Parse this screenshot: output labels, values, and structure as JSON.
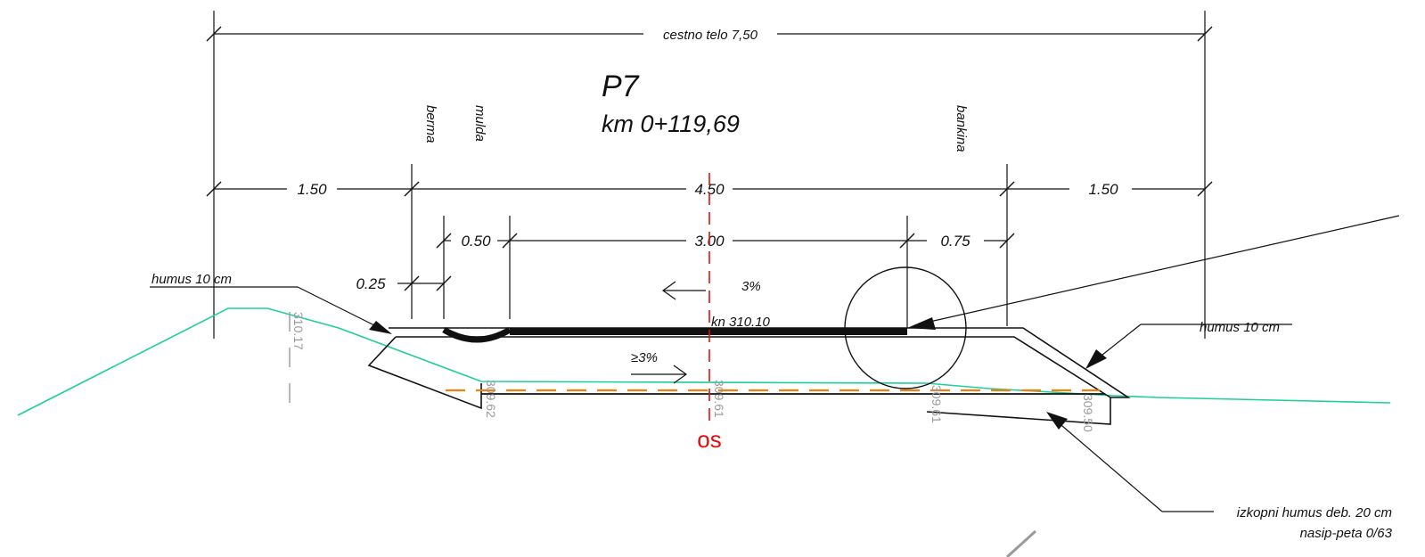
{
  "drawing": {
    "total_width_label": "cestno telo 7,50",
    "profile_title": "P7",
    "station": "km 0+119,69",
    "vertical_labels": {
      "berma": "berma",
      "mulda": "mulda",
      "bankina": "bankina"
    },
    "dimensions": {
      "left_shoulder": "1.50",
      "carriageway": "4.50",
      "right_shoulder": "1.50",
      "ditch": "0.50",
      "lane": "3.00",
      "right_bank": "0.75",
      "berm": "0.25"
    },
    "slopes": {
      "surface": "3%",
      "subgrade": "≥3%"
    },
    "notes": {
      "humus_left": "humus 10 cm",
      "humus_right": "humus 10 cm",
      "excavated_humus": "izkopni humus deb. 20 cm",
      "embankment_toe": "nasip-peta 0/63"
    },
    "elevations": {
      "axis": "kn 310.10",
      "left_terrain": "310.17",
      "ditch_bottom": "309.62",
      "axis_bottom": "309.61",
      "right_bottom": "309.61",
      "right_toe": "309.50"
    },
    "axis_label": "os",
    "colors": {
      "terrain": "#1fcf9a",
      "axis": "#e01010",
      "drain": "#f08010",
      "ink": "#111111"
    }
  }
}
